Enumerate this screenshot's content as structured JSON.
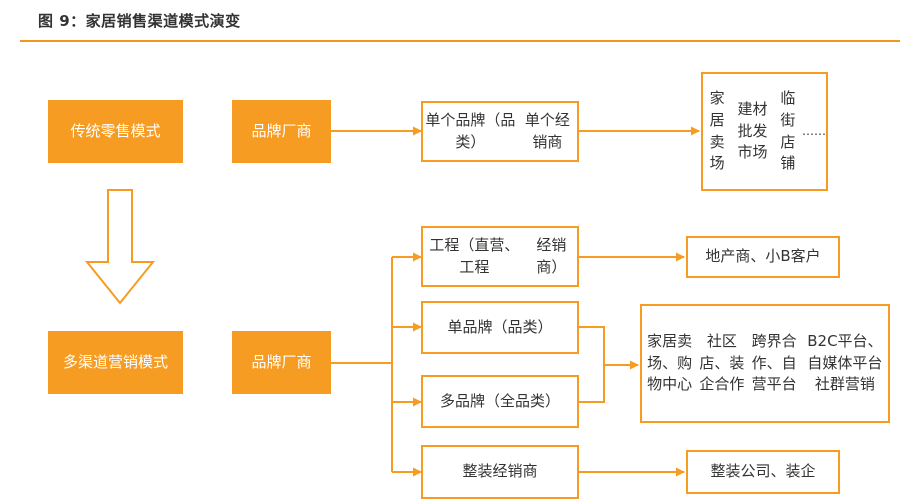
{
  "header": {
    "title": "图 9：家居销售渠道模式演变"
  },
  "traditional": {
    "mode": "传统零售模式",
    "brand": "品牌厂商",
    "single": [
      "单个品牌（品类）",
      "单个经销商"
    ],
    "outlets": [
      "家居卖场",
      "建材批发市场",
      "临街店铺",
      "……"
    ]
  },
  "multichannel": {
    "mode": "多渠道营销模式",
    "brand": "品牌厂商",
    "engineering": [
      "工程（直营、工程",
      "经销商）"
    ],
    "engineering_target": "地产商、小B客户",
    "single_brand": "单品牌（品类）",
    "multi_brand": "多品牌（全品类）",
    "brand_targets": [
      "家居卖场、购物中心",
      "社区店、装企合作",
      "跨界合作、自营平台",
      "B2C平台、自媒体平台社群营销"
    ],
    "whole_house": "整装经销商",
    "whole_house_target": "整装公司、装企"
  },
  "colors": {
    "accent": "#f79c22",
    "rule": "#f29624",
    "text": "#333333"
  }
}
